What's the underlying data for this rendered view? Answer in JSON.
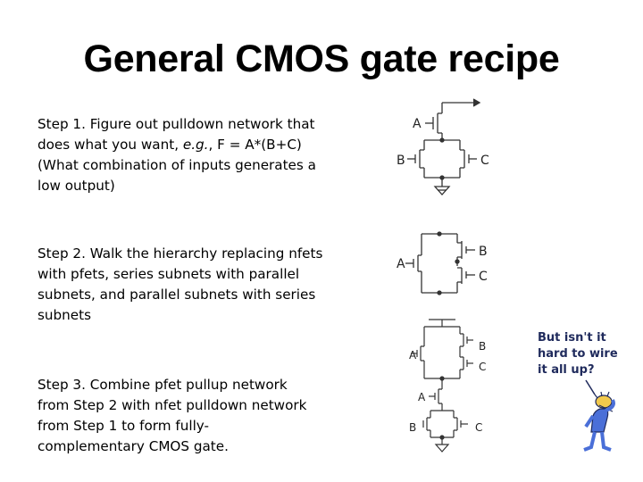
{
  "title": "General CMOS gate recipe",
  "steps": [
    {
      "lines": [
        "Step 1. Figure out pulldown network that",
        "does what you want, ",
        "e.g.",
        ", F = A*(B+C)",
        "(What combination of inputs generates a",
        "low output)"
      ]
    },
    {
      "lines": [
        "Step 2. Walk the hierarchy replacing nfets",
        "with pfets, series subnets with parallel",
        "subnets, and parallel subnets with series",
        "subnets"
      ]
    },
    {
      "lines": [
        "Step 3. Combine pfet pullup network",
        "from Step 2 with nfet pulldown network",
        "from Step 1 to form fully-",
        "complementary CMOS gate."
      ]
    }
  ],
  "circuit_labels": {
    "pulldown": {
      "a": "A",
      "b": "B",
      "c": "C"
    },
    "pullup": {
      "a": "A",
      "b": "B",
      "c": "C"
    },
    "combined": {
      "a_top": "A",
      "b_top": "B",
      "c_top": "C",
      "a_bot": "A",
      "b_bot": "B",
      "c_bot": "C"
    }
  },
  "cartoon": {
    "lines": [
      "But isn't it",
      "hard to wire",
      "it all up?"
    ]
  }
}
